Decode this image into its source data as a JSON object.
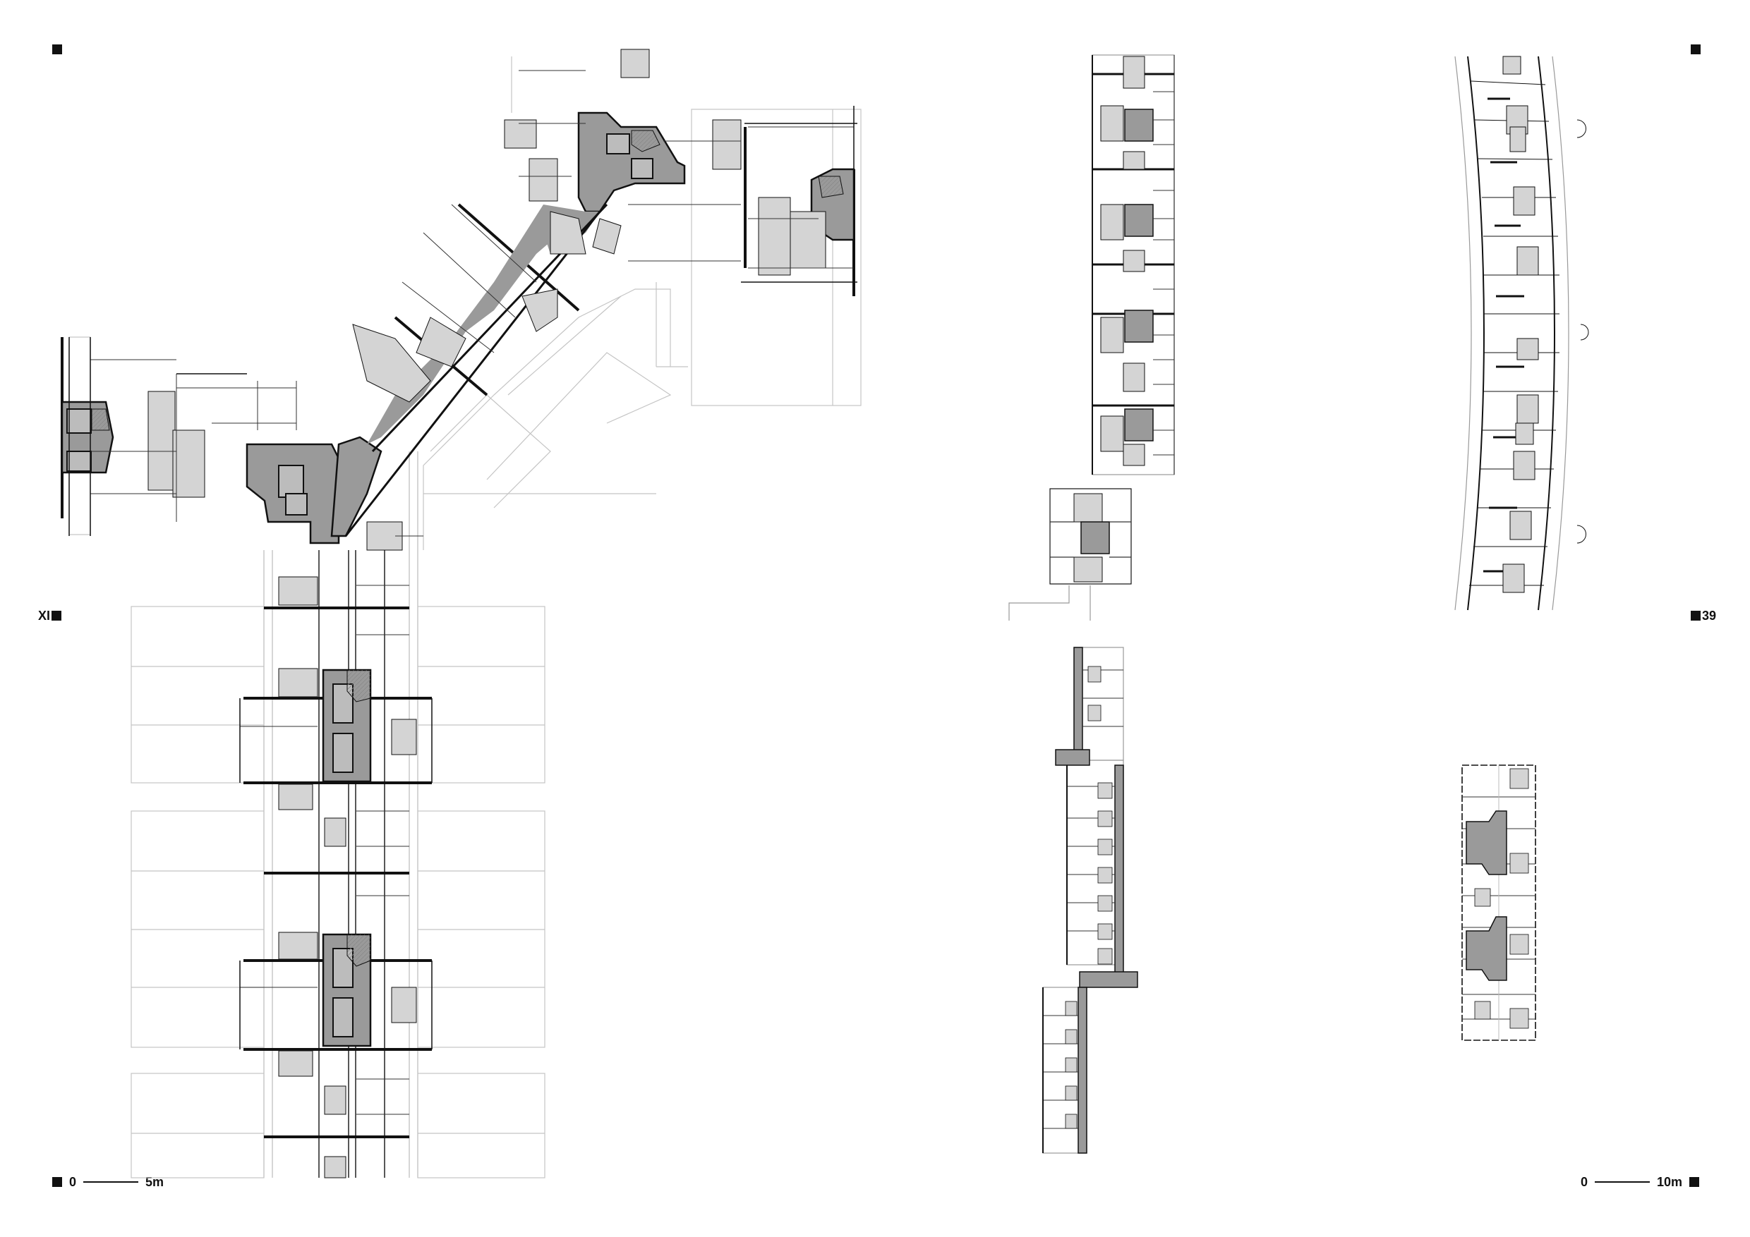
{
  "page": {
    "left_label": "XI",
    "right_label": "39"
  },
  "scale_left": {
    "start": "0",
    "end": "5m"
  },
  "scale_right": {
    "start": "0",
    "end": "10m"
  },
  "colors": {
    "ink": "#111111",
    "circulation_dark": "#9a9a9a",
    "unit_light": "#d4d4d4",
    "thin_line": "#bdbdbd"
  },
  "plans": [
    {
      "id": "plan-large-courtyard",
      "scale": "5m"
    },
    {
      "id": "plan-straight-block",
      "scale": "10m"
    },
    {
      "id": "plan-curved-block",
      "scale": "10m"
    },
    {
      "id": "plan-stepped-block",
      "scale": "10m"
    },
    {
      "id": "plan-compact-block",
      "scale": "10m"
    }
  ]
}
